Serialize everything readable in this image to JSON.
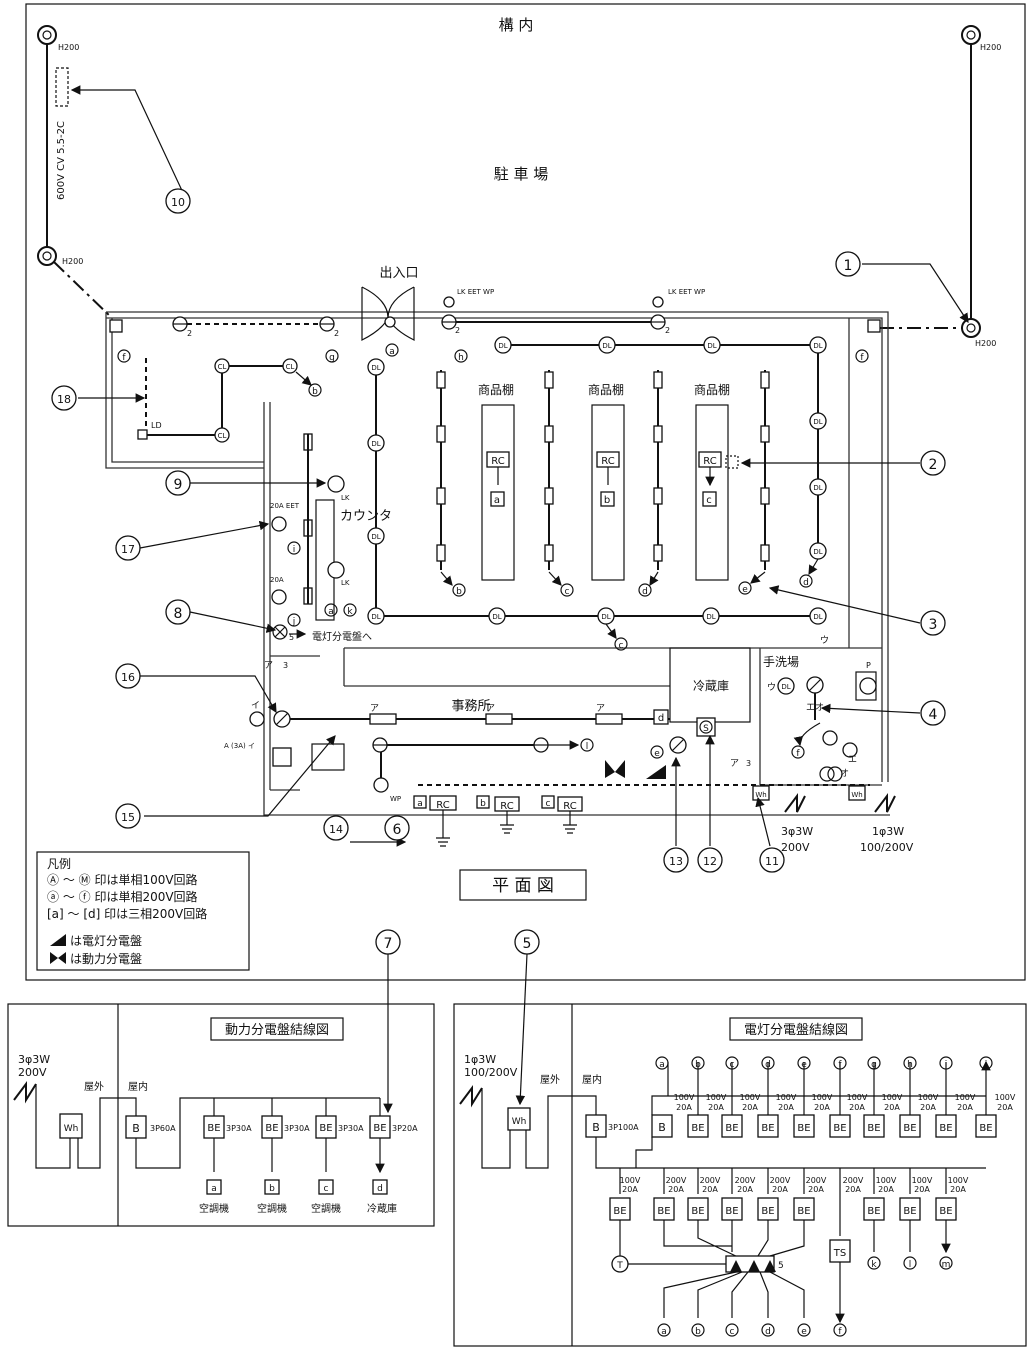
{
  "plan": {
    "site_label": "構 内",
    "parking_label": "駐 車 場",
    "entrance_label": "出入口",
    "shelf_label": "商品棚",
    "counter_label": "カウンタ",
    "cold_room_label": "冷蔵庫",
    "washroom_label": "手洗場",
    "office_label": "事務所",
    "to_panel_label": "電灯分電盤へ",
    "title": "平 面 図",
    "pole_label": "H200",
    "cable_label": "600V CV 5.5-2C",
    "rc_label": "RC",
    "dl_label": "DL",
    "cl_label": "CL",
    "ld_label": "LD",
    "lk_label": "LK",
    "wp_label": "WP",
    "wh_label": "Wh",
    "s_label": "S",
    "p_label": "P",
    "eet_label": "20A EET",
    "a20_label": "20A",
    "lk_eet_wp": "LK EET WP",
    "a3a_label": "A (3A) イ",
    "supply1_label": "3φ3W",
    "supply1_volt": "200V",
    "supply2_label": "1φ3W",
    "supply2_volt": "100/200V",
    "markers": [
      "1",
      "2",
      "3",
      "4",
      "5",
      "6",
      "7",
      "8",
      "9",
      "10",
      "11",
      "12",
      "13",
      "14",
      "15",
      "16",
      "17",
      "18"
    ]
  },
  "legend": {
    "title": "凡例",
    "lines": [
      "Ⓐ ～ Ⓜ 印は単相100V回路",
      "ⓐ ～ ⓕ 印は単相200V回路",
      "[a] ～ [d] 印は三相200V回路",
      "は電灯分電盤",
      "は動力分電盤"
    ]
  },
  "power_panel": {
    "title": "動力分電盤結線図",
    "supply": "3φ3W",
    "supply_v": "200V",
    "outdoor": "屋外",
    "indoor": "屋内",
    "main_breaker": "3P60A",
    "breakers": [
      "3P30A",
      "3P30A",
      "3P30A",
      "3P20A"
    ],
    "loads": [
      {
        "tag": "a",
        "name": "空調機"
      },
      {
        "tag": "b",
        "name": "空調機"
      },
      {
        "tag": "c",
        "name": "空調機"
      },
      {
        "tag": "d",
        "name": "冷蔵庫"
      }
    ]
  },
  "light_panel": {
    "title": "電灯分電盤結線図",
    "supply": "1φ3W",
    "supply_v": "100/200V",
    "outdoor": "屋外",
    "indoor": "屋内",
    "main_breaker": "3P100A",
    "top_circuits": [
      "a",
      "b",
      "c",
      "d",
      "e",
      "f",
      "g",
      "h",
      "i",
      "j"
    ],
    "top_rating": [
      "100V",
      "20A"
    ],
    "lower_rating_100": [
      "100V",
      "20A"
    ],
    "lower_rating_200": [
      "200V",
      "20A"
    ],
    "ts_label": "TS",
    "t_label": "T",
    "contact_count": "5",
    "lower_right_circuits": [
      "k",
      "l",
      "m"
    ],
    "bottom_circuits": [
      "a",
      "b",
      "c",
      "d",
      "e",
      "f"
    ]
  }
}
